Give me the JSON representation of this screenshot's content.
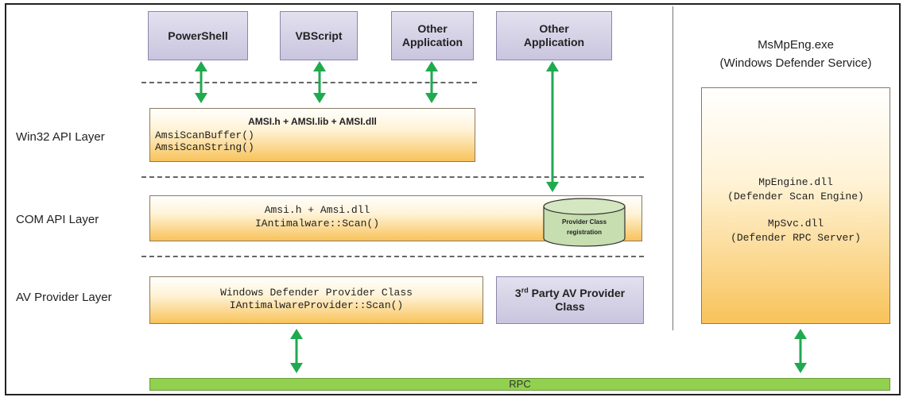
{
  "apps": {
    "powershell": "PowerShell",
    "vbscript": "VBScript",
    "other_app_1": [
      "Other",
      "Application"
    ],
    "other_app_2": [
      "Other",
      "Application"
    ]
  },
  "layers": {
    "win32": "Win32 API Layer",
    "com": "COM API Layer",
    "av_provider": "AV Provider Layer"
  },
  "win32_box": {
    "title": "AMSI.h + AMSI.lib + AMSI.dll",
    "func1": "AmsiScanBuffer()",
    "func2": "AmsiScanString()"
  },
  "com_box": {
    "line1": "Amsi.h + Amsi.dll",
    "line2": "IAntimalware::Scan()"
  },
  "provider_registration": [
    "Provider Class",
    "registration"
  ],
  "defender_provider": {
    "line1": "Windows Defender Provider Class",
    "line2": "IAntimalwareProvider::Scan()"
  },
  "third_party": {
    "num": "3",
    "sup": "rd",
    "rest": " Party AV Provider",
    "line2": "Class"
  },
  "service": {
    "name": "MsMpEng.exe",
    "desc": "(Windows Defender Service)",
    "engine": "MpEngine.dll",
    "engine_desc": "(Defender Scan Engine)",
    "rpc_server": "MpSvc.dll",
    "rpc_server_desc": "(Defender RPC Server)"
  },
  "rpc_label": "RPC",
  "colors": {
    "arrow": "#1faa4f",
    "rpc_bar": "#92d050",
    "app_box": "#d3cfe6",
    "layer_box_bottom": "#f8c35a"
  }
}
